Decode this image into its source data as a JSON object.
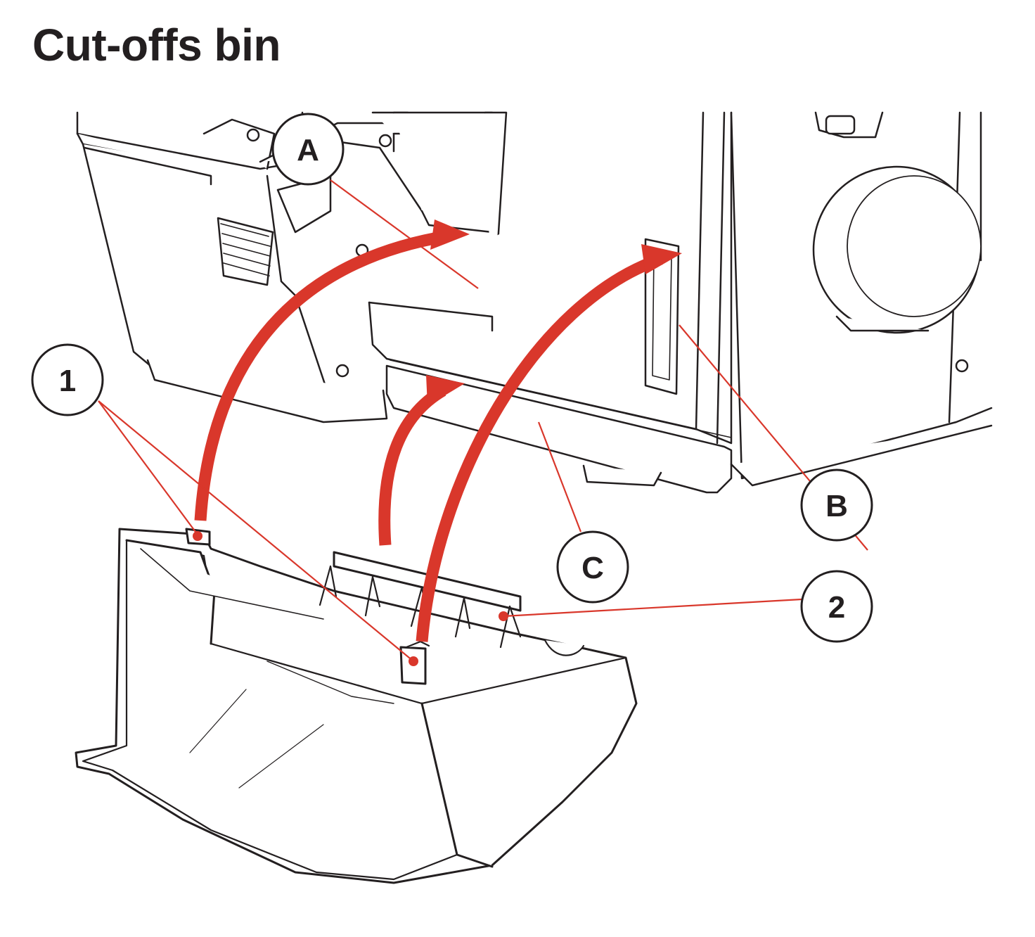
{
  "title": "Cut-offs bin",
  "colors": {
    "line": "#231f20",
    "arrow": "#d9372b",
    "leader": "#d9372b",
    "background": "#ffffff"
  },
  "callouts": {
    "a": "A",
    "b": "B",
    "c": "C",
    "one": "1",
    "two": "2"
  }
}
